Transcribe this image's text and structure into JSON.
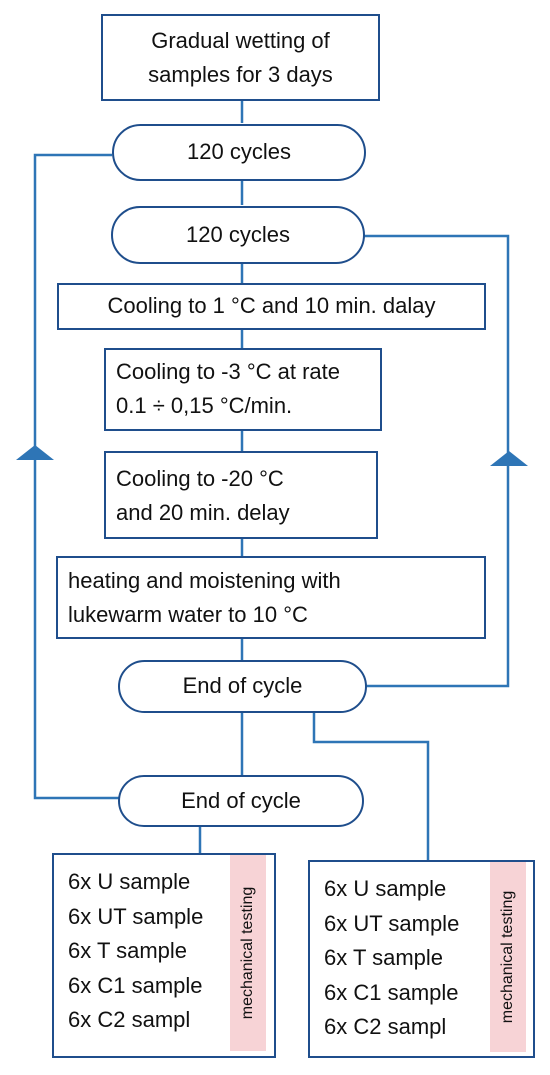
{
  "colors": {
    "line": "#2e75b6",
    "border": "#1f4e8c",
    "tag_bg": "#f7d3d6"
  },
  "nodes": {
    "wetting": [
      "Gradual wetting of",
      "samples for 3 days"
    ],
    "cycles_left": "120 cycles",
    "cycles_right": "120 cycles",
    "cool1": "Cooling to 1 °C and 10 min. dalay",
    "cool2": [
      "Cooling to -3 °C at rate",
      "0.1 ÷ 0,15 °C/min."
    ],
    "cool3": [
      "Cooling to -20 °C",
      "and 20 min. delay"
    ],
    "heat": [
      "heating and moistening with",
      "lukewarm water to 10 °C"
    ],
    "end_right": "End of cycle",
    "end_left": "End of cycle"
  },
  "samples_left": [
    "6x U sample",
    "6x UT sample",
    "6x T sample",
    "6x C1 sample",
    "6x C2 sampl"
  ],
  "samples_right": [
    "6x U sample",
    "6x UT sample",
    "6x T sample",
    "6x C1 sample",
    "6x C2 sampl"
  ],
  "tag_label": "mechanical testing"
}
